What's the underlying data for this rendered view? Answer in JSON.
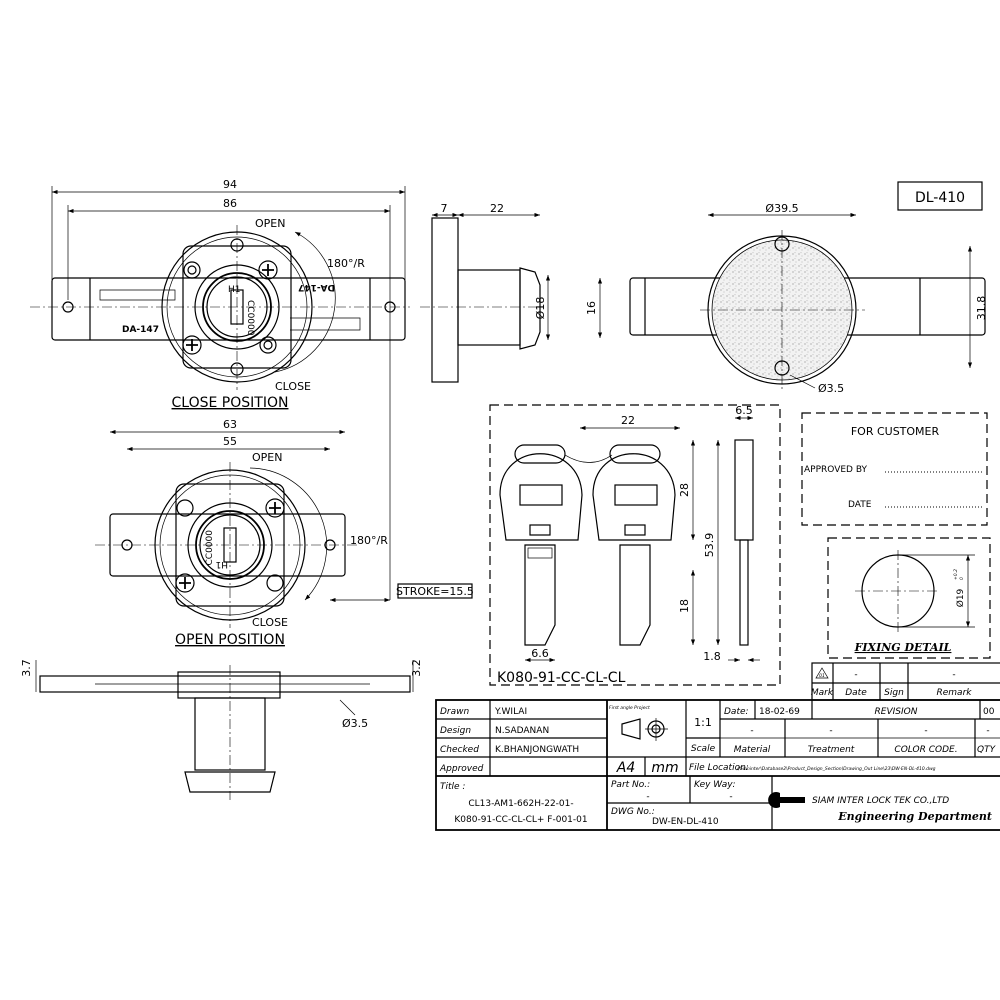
{
  "drawing_id": "DL-410",
  "close_view": {
    "dim_overall": "94",
    "dim_holes": "86",
    "open_label": "OPEN",
    "close_label": "CLOSE",
    "rotation": "180°/R",
    "mark_left": "DA-147",
    "mark_right": "DA-147",
    "cyl_code": "CC0000",
    "cyl_mark": "H1",
    "caption": "CLOSE POSITION"
  },
  "side_view": {
    "dim_flange": "7",
    "dim_body": "22",
    "dim_dia": "Ø18",
    "dim_height": "16"
  },
  "back_view": {
    "dim_dia": "Ø39.5",
    "dim_height": "31.8",
    "dim_hole": "Ø3.5"
  },
  "open_view": {
    "dim_overall": "63",
    "dim_holes": "55",
    "open_label": "OPEN",
    "close_label": "CLOSE",
    "rotation": "180°/R",
    "stroke": "STROKE=15.5",
    "cyl_code": "CC0000",
    "cyl_mark": "H1",
    "caption": "OPEN POSITION"
  },
  "bottom_view": {
    "dim_left": "3.7",
    "dim_right": "3.2",
    "dim_hole": "Ø3.5"
  },
  "key_view": {
    "part": "K080-91-CC-CL-CL",
    "dim_width": "22",
    "dim_thick": "6.5",
    "dim_head": "28",
    "dim_total": "53.9",
    "dim_blade": "18",
    "dim_blade_w": "6.6",
    "dim_blade_t": "1.8"
  },
  "customer": {
    "title": "FOR CUSTOMER",
    "approved_by": "APPROVED BY",
    "date": "DATE"
  },
  "fixing": {
    "dim": "Ø19",
    "tol_upper": "+0.2",
    "tol_lower": "0",
    "caption": "FIXING DETAIL"
  },
  "revision": {
    "mark": "01",
    "date": "-",
    "sign": "",
    "remark": "-",
    "headers": [
      "Mark",
      "Date",
      "Sign",
      "Remark"
    ]
  },
  "title_block": {
    "roles": [
      {
        "label": "Drawn",
        "name": "Y.WILAI"
      },
      {
        "label": "Design",
        "name": "N.SADANAN"
      },
      {
        "label": "Checked",
        "name": "K.BHANJONGWATH"
      },
      {
        "label": "Approved",
        "name": ""
      }
    ],
    "projection": "First angle Project",
    "scale_value": "1:1",
    "scale_label": "Scale",
    "paper": "A4",
    "unit": "mm",
    "date_label": "Date:",
    "date": "18-02-69",
    "revision_label": "REVISION",
    "revision_no": "00",
    "spec_values": [
      "-",
      "-",
      "-",
      "-"
    ],
    "spec_labels": [
      "Material",
      "Treatment",
      "COLOR CODE.",
      "QTY"
    ],
    "file_location_label": "File Location:",
    "file_location": "//Sianinter\\Database2\\Product_Design_Section\\Drawing_Out Line\\23\\DW-EN-DL-410.dwg",
    "title_label": "Title :",
    "title_line1": "CL13-AM1-662H-22-01-",
    "title_line2": "K080-91-CC-CL-CL+ F-001-01",
    "part_no_label": "Part No.:",
    "part_no": "-",
    "key_way_label": "Key Way:",
    "key_way": "-",
    "dwg_no_label": "DWG No.:",
    "dwg_no": "DW-EN-DL-410",
    "company": "SIAM INTER LOCK TEK CO.,LTD",
    "department": "Engineering Department"
  }
}
